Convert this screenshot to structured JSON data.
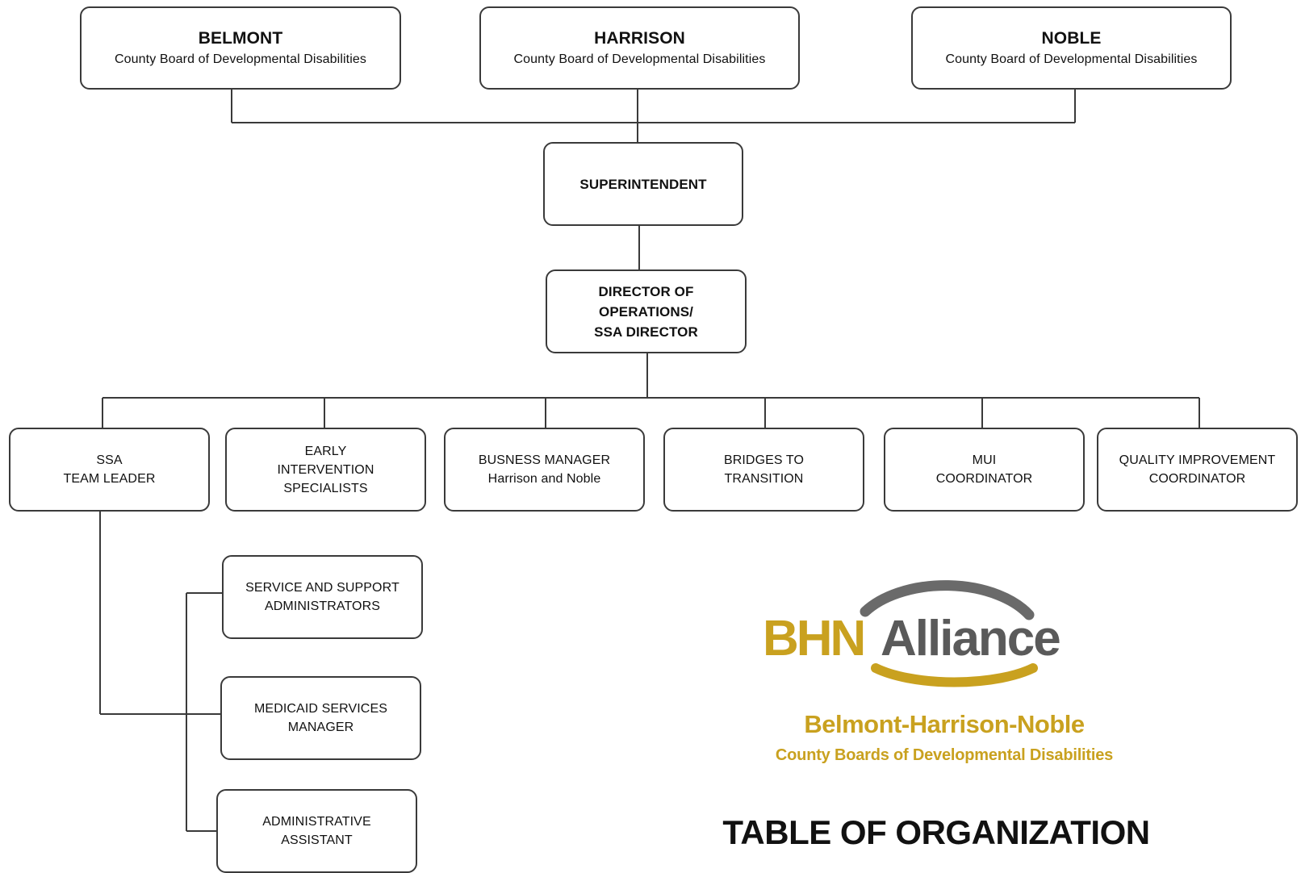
{
  "boards": {
    "belmont": {
      "name": "BELMONT",
      "sub": "County Board of Developmental Disabilities"
    },
    "harrison": {
      "name": "HARRISON",
      "sub": "County Board of Developmental Disabilities"
    },
    "noble": {
      "name": "NOBLE",
      "sub": "County Board of Developmental Disabilities"
    }
  },
  "superintendent": {
    "line1": "SUPERINTENDENT"
  },
  "director": {
    "line1": "DIRECTOR OF",
    "line2": "OPERATIONS/",
    "line3": "SSA DIRECTOR"
  },
  "departments": {
    "ssa_team_leader": {
      "line1": "SSA",
      "line2": "TEAM LEADER"
    },
    "early_intervention": {
      "line1": "EARLY",
      "line2": "INTERVENTION",
      "line3": "SPECIALISTS"
    },
    "business_manager": {
      "line1": "BUSNESS MANAGER",
      "line2": "Harrison and Noble"
    },
    "bridges": {
      "line1": "BRIDGES TO",
      "line2": "TRANSITION"
    },
    "mui": {
      "line1": "MUI",
      "line2": "COORDINATOR"
    },
    "quality": {
      "line1": "QUALITY IMPROVEMENT",
      "line2": "COORDINATOR"
    }
  },
  "ssa_staff": {
    "ssa_admins": {
      "line1": "SERVICE AND SUPPORT",
      "line2": "ADMINISTRATORS"
    },
    "medicaid": {
      "line1": "MEDICAID SERVICES",
      "line2": "MANAGER"
    },
    "admin_assistant": {
      "line1": "ADMINISTRATIVE",
      "line2": "ASSISTANT"
    }
  },
  "logo": {
    "brand_bhn": "BHN",
    "brand_alliance": "Alliance",
    "tagline_main": "Belmont-Harrison-Noble",
    "tagline_sub": "County Boards of Developmental Disabilities",
    "colors": {
      "gold": "#c9a11f",
      "gray": "#5a5a5a"
    }
  },
  "title": "TABLE OF ORGANIZATION"
}
